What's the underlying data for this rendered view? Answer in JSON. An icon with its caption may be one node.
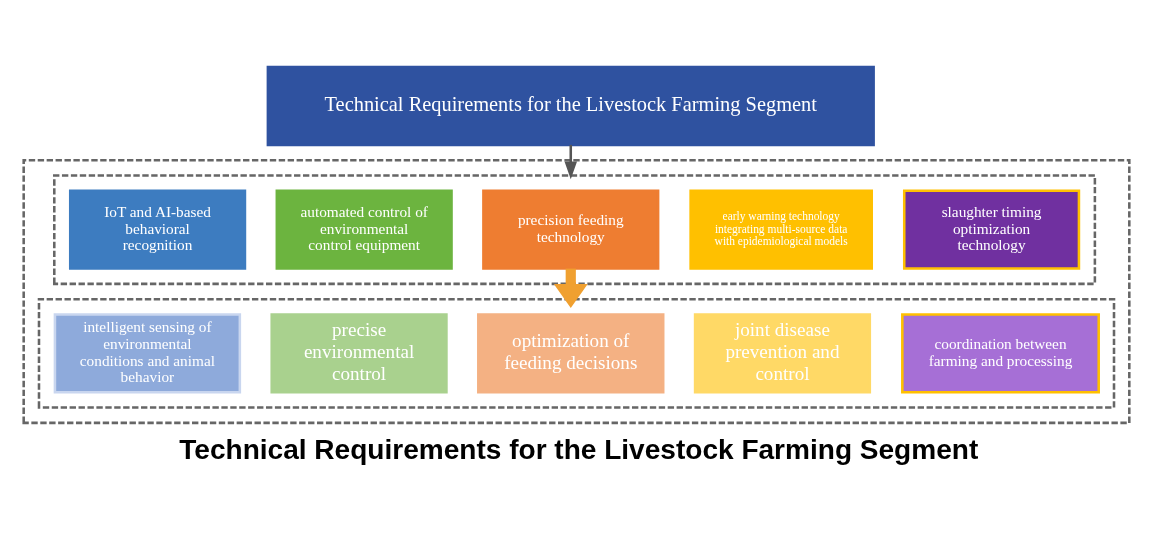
{
  "diagram": {
    "caption": "Technical Requirements for the Livestock Farming Segment",
    "nodes": [
      {
        "text": [
          "Technical Requirements for the Livestock Farming Segment"
        ]
      },
      {
        "text": [],
        "shape": "box"
      },
      {
        "text": [],
        "shape": "box",
        "in": 1
      },
      {
        "text": [
          "IoT and AI-based behavioral recognition"
        ],
        "in": 2
      },
      {
        "text": [
          "automated control of environmental control equipment"
        ],
        "in": 2
      },
      {
        "text": [
          "precision feeding technology"
        ],
        "in": 2
      },
      {
        "text": [
          "early warning technology integrating multi-source data with epidemiological models"
        ],
        "in": 2
      },
      {
        "text": [
          "slaughter timing optimization technology"
        ],
        "in": 2
      },
      {
        "text": [],
        "shape": "box",
        "in": 1
      },
      {
        "text": [
          "intelligent sensing of environmental conditions and animal behavior"
        ],
        "in": 8
      },
      {
        "text": [
          "precise environmental control"
        ],
        "in": 8
      },
      {
        "text": [
          "optimization of feeding decisions"
        ],
        "in": 8
      },
      {
        "text": [
          "joint disease prevention and control"
        ],
        "in": 8
      },
      {
        "text": [
          "coordination between farming and processing"
        ],
        "in": 8
      }
    ],
    "edges": [
      {
        "from": 0,
        "to": 2,
        "arrow": "to"
      },
      {
        "from": 5,
        "to": 8,
        "arrow": "to",
        "style": "thick",
        "color": "#f0a030"
      }
    ]
  }
}
